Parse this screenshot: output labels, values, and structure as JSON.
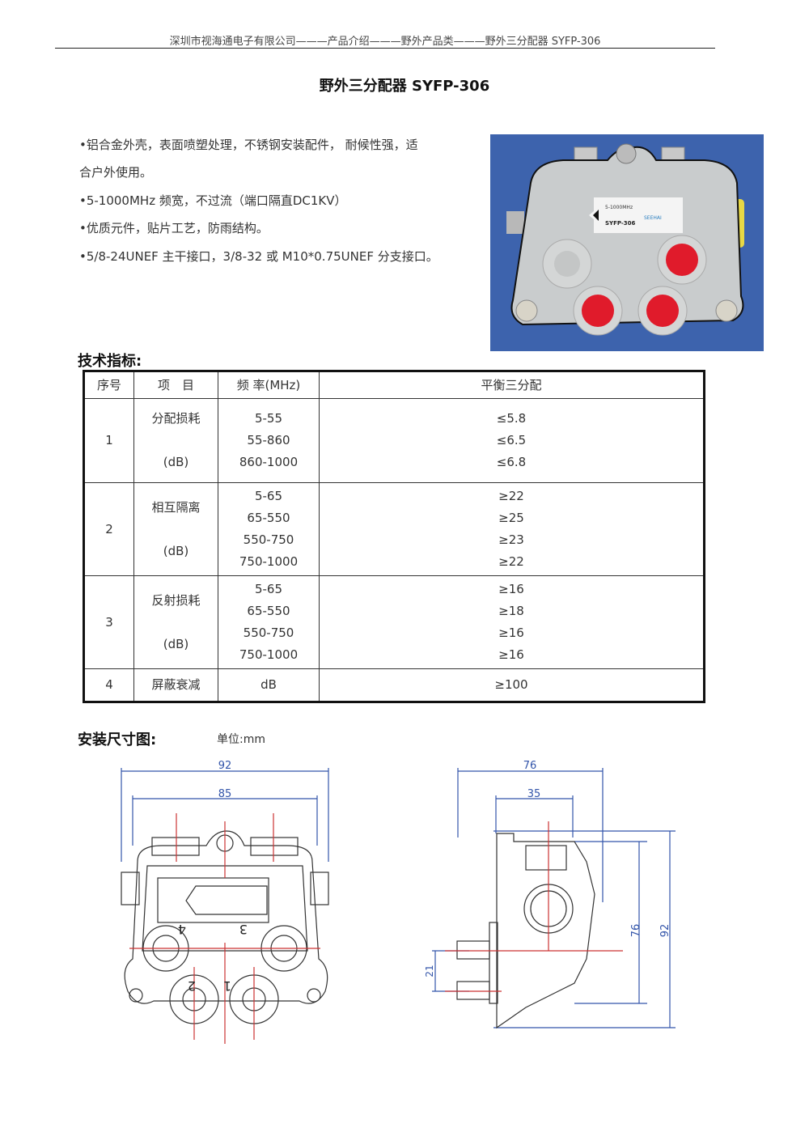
{
  "header": "深圳市视海通电子有限公司———产品介绍———野外产品类———野外三分配器 SYFP-306",
  "title": "野外三分配器 SYFP-306",
  "features": [
    "•铝合金外壳，表面喷塑处理，不锈钢安装配件， 耐候性强，适",
    "合户外使用。",
    "•5-1000MHz 频宽，不过流（端口隔直DC1KV）",
    "•优质元件，贴片工艺，防雨结构。",
    "•5/8-24UNEF 主干接口，3/8-32 或 M10*0.75UNEF 分支接口。"
  ],
  "photo": {
    "label_model": "SYFP-306",
    "label_brand": "SEEHAI",
    "label_freq": "5-1000MHz"
  },
  "spec_section_title": "技术指标:",
  "spec_table": {
    "headers": [
      "序号",
      "项　目",
      "频 率(MHz)",
      "平衡三分配"
    ],
    "rows": [
      {
        "no": "1",
        "item": "分配损耗",
        "unit": "(dB)",
        "freqs": [
          "5-55",
          "55-860",
          "860-1000"
        ],
        "values": [
          "≤5.8",
          "≤6.5",
          "≤6.8"
        ]
      },
      {
        "no": "2",
        "item": "相互隔离",
        "unit": "(dB)",
        "freqs": [
          "5-65",
          "65-550",
          "550-750",
          "750-1000"
        ],
        "values": [
          "≥22",
          "≥25",
          "≥23",
          "≥22"
        ]
      },
      {
        "no": "3",
        "item": "反射损耗",
        "unit": "(dB)",
        "freqs": [
          "5-65",
          "65-550",
          "550-750",
          "750-1000"
        ],
        "values": [
          "≥16",
          "≥18",
          "≥16",
          "≥16"
        ]
      },
      {
        "no": "4",
        "item": "屏蔽衰减",
        "unit": "",
        "freqs": [
          "dB"
        ],
        "values": [
          "≥100"
        ]
      }
    ]
  },
  "dim_section_title": "安装尺寸图:",
  "dim_unit": "单位:mm",
  "front_view": {
    "width_outer": "92",
    "width_inner": "85",
    "ports": [
      "1",
      "2",
      "3",
      "4"
    ]
  },
  "side_view": {
    "width_outer": "76",
    "width_inner": "35",
    "height_inner": "76",
    "height_outer": "92",
    "port_offset": "21"
  }
}
